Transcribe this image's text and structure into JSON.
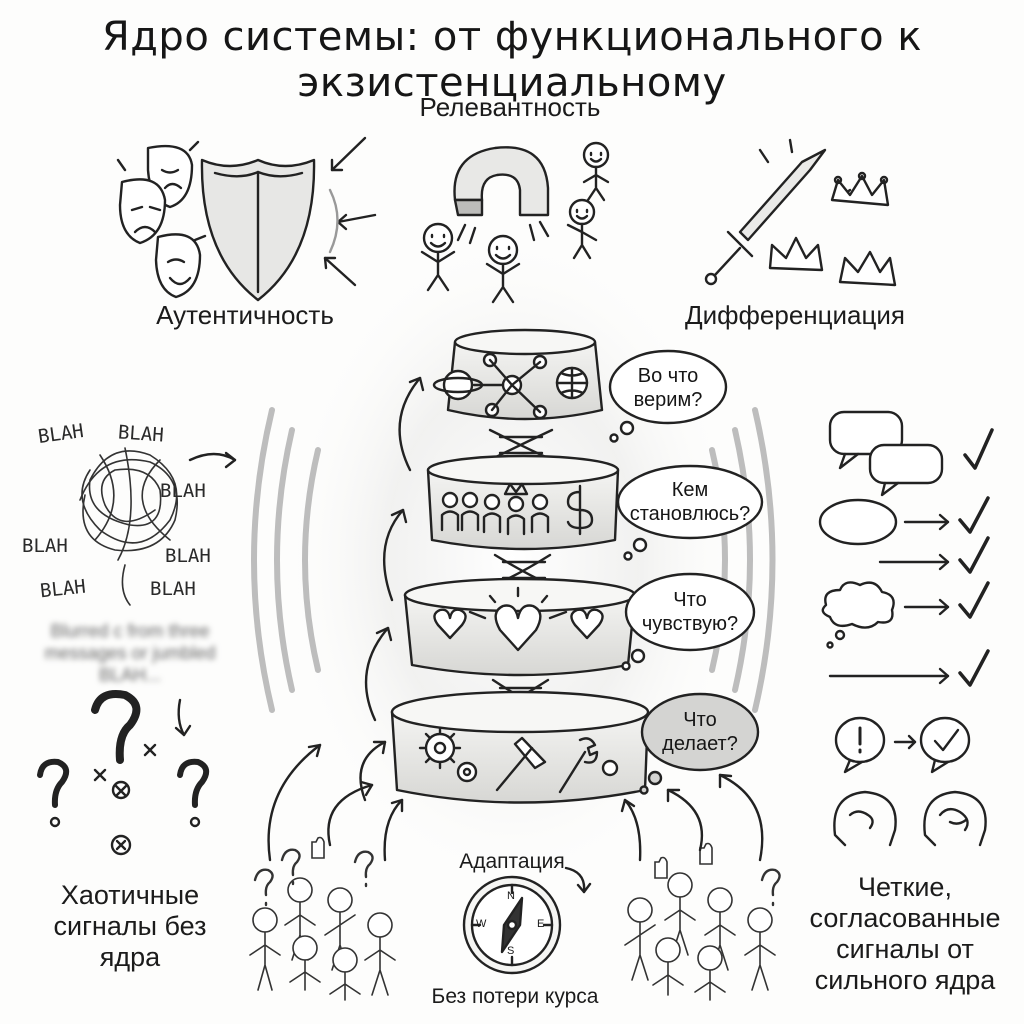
{
  "title": "Ядро системы: от функционального к экзистенциальному",
  "top": {
    "relevance": "Релевантность",
    "authenticity": "Аутентичность",
    "differentiation": "Дифференциация"
  },
  "tower": {
    "layers": [
      {
        "id": "values",
        "question": "Во что верим?",
        "icon": "planet-network-globe-icon"
      },
      {
        "id": "identity",
        "question": "Кем становлюсь?",
        "icon": "people-crown-dollar-icon"
      },
      {
        "id": "emotional",
        "question": "Что чувствую?",
        "icon": "hearts-icon"
      },
      {
        "id": "functional",
        "question": "Что делает?",
        "icon": "gears-tools-icon"
      }
    ]
  },
  "left": {
    "blah": [
      "BLAH",
      "BLAH",
      "BLAH",
      "BLAH",
      "BLAH",
      "BLAH",
      "BLAH"
    ],
    "blurred": "Blurred c from three messages or jumbled BLAH...",
    "caption": "Хаотичные сигналы без ядра"
  },
  "right": {
    "caption": "Четкие, согласованные сигналы от сильного ядра"
  },
  "bottom": {
    "adaptation": "Адаптация",
    "course": "Без потери курса",
    "compass_n": "N",
    "compass_s": "S",
    "compass_e": "E",
    "compass_w": "W"
  }
}
